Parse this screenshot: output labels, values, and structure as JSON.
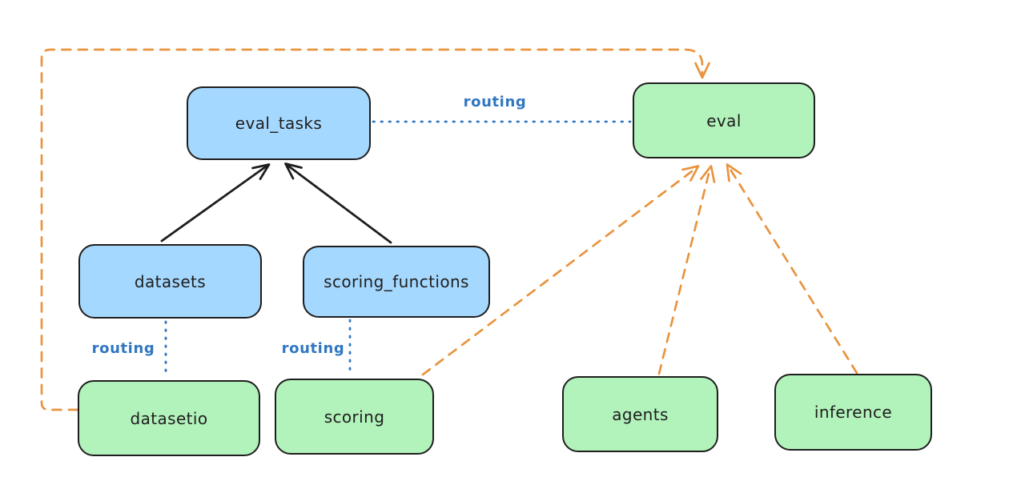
{
  "diagram": {
    "type": "architecture-diagram",
    "nodes": [
      {
        "id": "eval_tasks",
        "label": "eval_tasks",
        "fill": "#a5d8ff"
      },
      {
        "id": "eval",
        "label": "eval",
        "fill": "#b2f2bb"
      },
      {
        "id": "datasets",
        "label": "datasets",
        "fill": "#a5d8ff"
      },
      {
        "id": "scoring_functions",
        "label": "scoring_functions",
        "fill": "#a5d8ff"
      },
      {
        "id": "datasetio",
        "label": "datasetio",
        "fill": "#b2f2bb"
      },
      {
        "id": "scoring",
        "label": "scoring",
        "fill": "#b2f2bb"
      },
      {
        "id": "agents",
        "label": "agents",
        "fill": "#b2f2bb"
      },
      {
        "id": "inference",
        "label": "inference",
        "fill": "#b2f2bb"
      }
    ],
    "edges": [
      {
        "from": "eval_tasks",
        "to": "eval",
        "label": "routing",
        "style": "dotted-blue"
      },
      {
        "from": "datasets",
        "to": "eval_tasks",
        "label": "",
        "style": "solid-black-arrow"
      },
      {
        "from": "scoring_functions",
        "to": "eval_tasks",
        "label": "",
        "style": "solid-black-arrow"
      },
      {
        "from": "datasets",
        "to": "datasetio",
        "label": "routing",
        "style": "dotted-blue"
      },
      {
        "from": "scoring_functions",
        "to": "scoring",
        "label": "routing",
        "style": "dotted-blue"
      },
      {
        "from": "datasetio",
        "to": "eval",
        "label": "",
        "style": "dashed-orange-arrow"
      },
      {
        "from": "scoring",
        "to": "eval",
        "label": "",
        "style": "dashed-orange-arrow"
      },
      {
        "from": "agents",
        "to": "eval",
        "label": "",
        "style": "dashed-orange-arrow"
      },
      {
        "from": "inference",
        "to": "eval",
        "label": "",
        "style": "dashed-orange-arrow"
      }
    ],
    "colors": {
      "node_blue_fill": "#a5d8ff",
      "node_green_fill": "#b2f2bb",
      "node_stroke": "#1e1e1e",
      "routing_blue": "#3077c2",
      "dashed_orange": "#e9943f",
      "solid_black": "#1e1e1e",
      "background": "#ffffff"
    }
  }
}
